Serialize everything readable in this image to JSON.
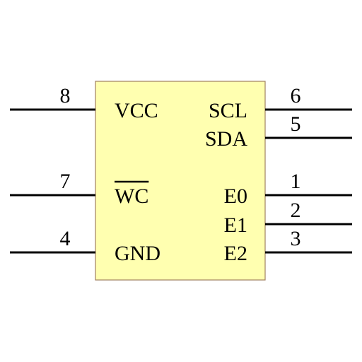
{
  "chip": {
    "body_fill": "#ffffb0",
    "body_stroke": "#a08060",
    "line_color": "#000000"
  },
  "pins": {
    "vcc": {
      "number": "8",
      "name": "VCC"
    },
    "wc": {
      "number": "7",
      "name": "WC",
      "overbar": true
    },
    "gnd": {
      "number": "4",
      "name": "GND"
    },
    "scl": {
      "number": "6",
      "name": "SCL"
    },
    "sda": {
      "number": "5",
      "name": "SDA"
    },
    "e0": {
      "number": "1",
      "name": "E0"
    },
    "e1": {
      "number": "2",
      "name": "E1"
    },
    "e2": {
      "number": "3",
      "name": "E2"
    }
  }
}
